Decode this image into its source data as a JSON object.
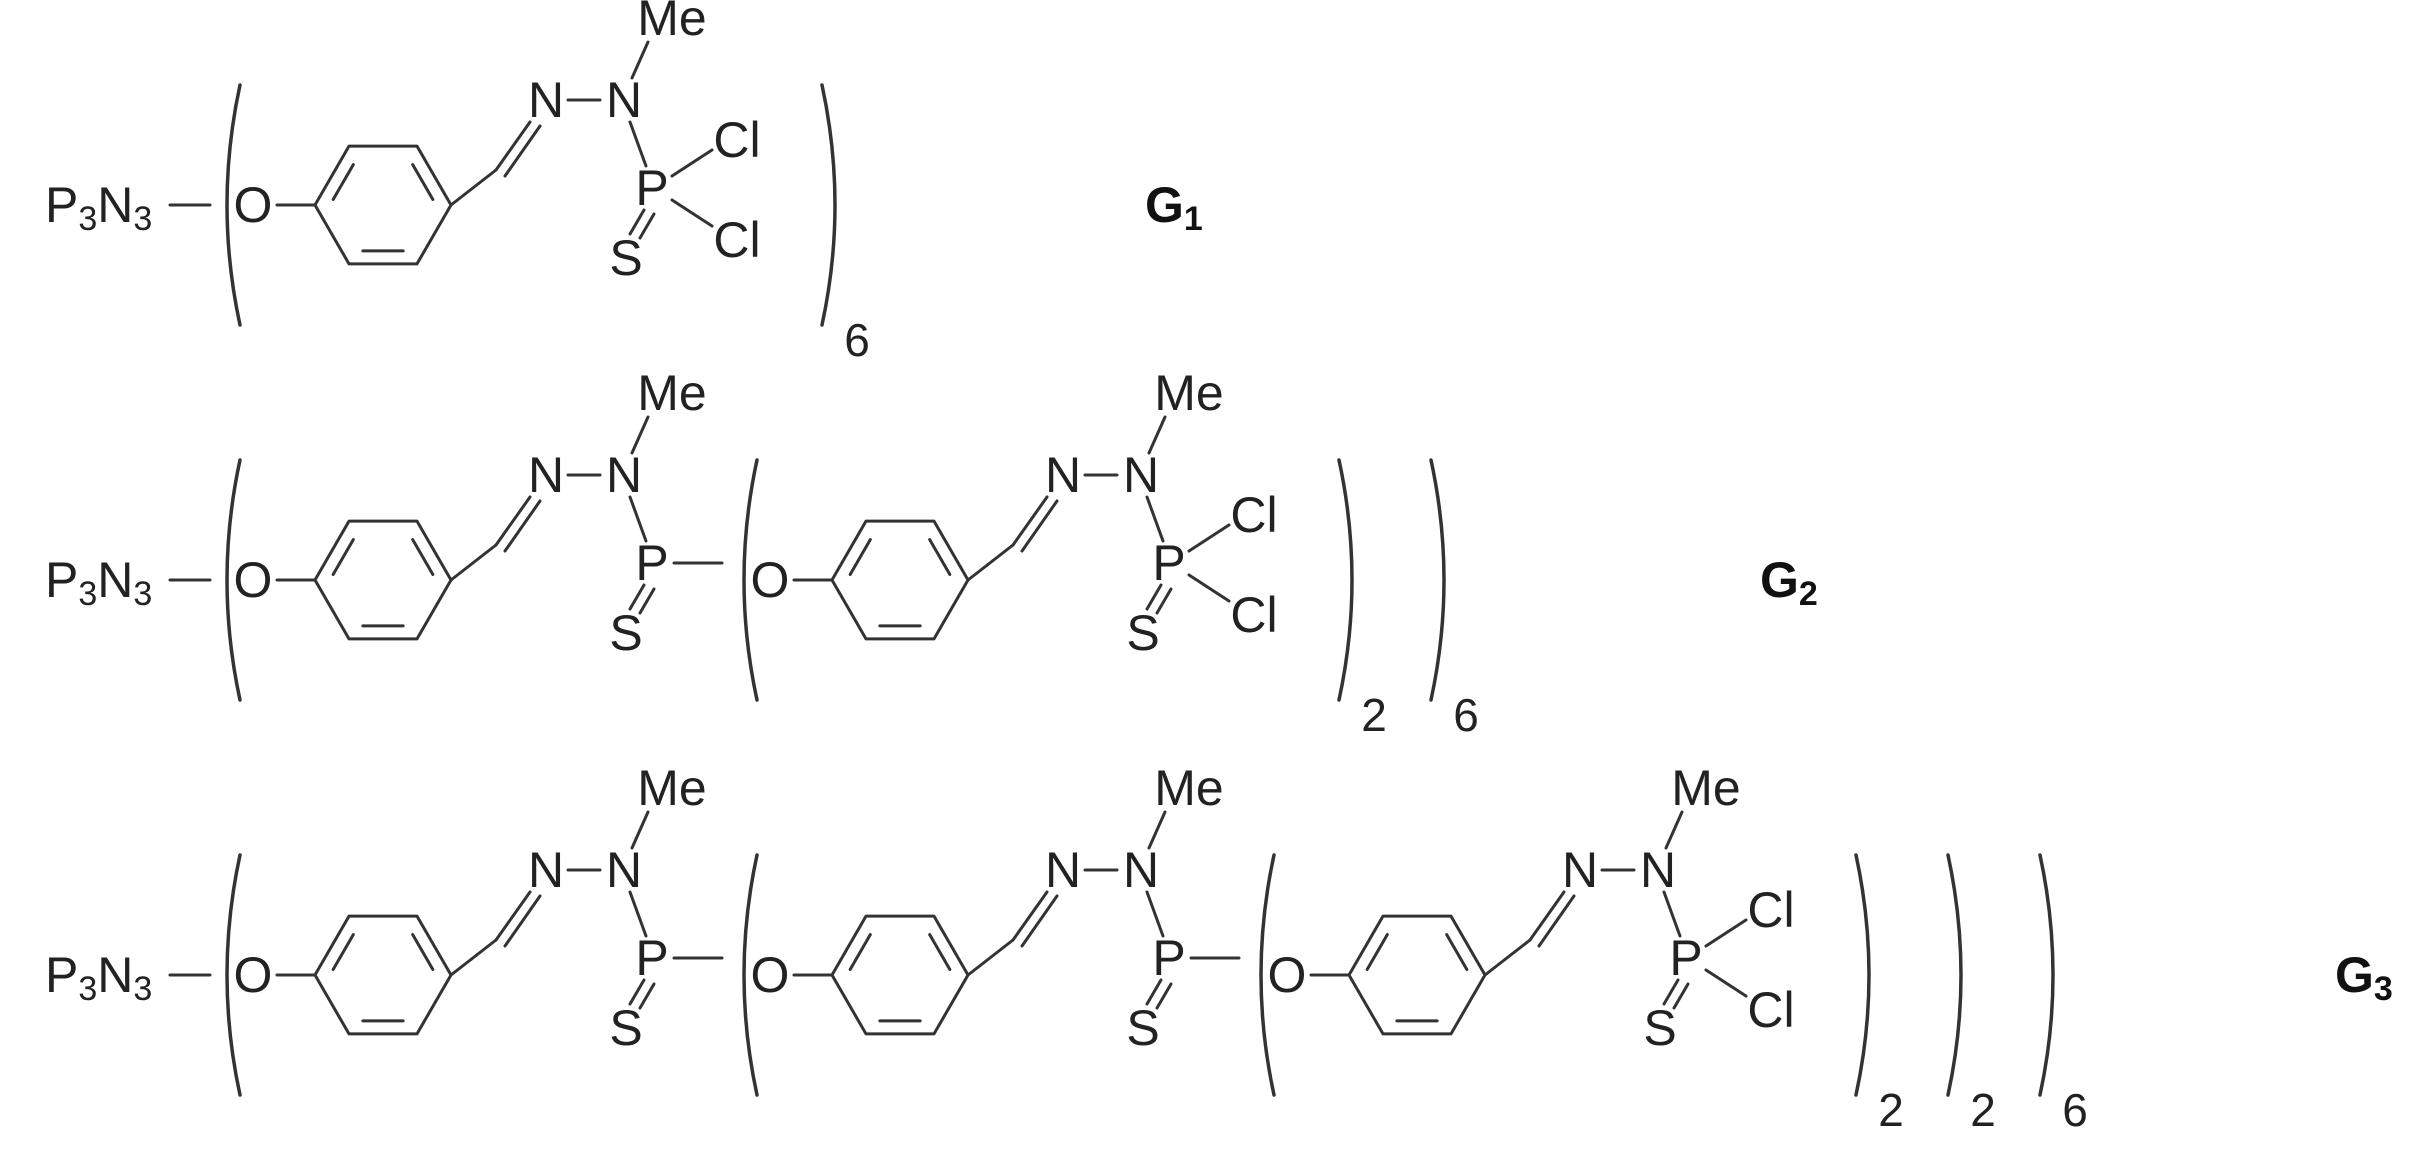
{
  "atoms": {
    "core_main": "P",
    "core_sub1": "3",
    "core_n": "N",
    "core_sub2": "3",
    "oxygen": "O",
    "nitrogen": "N",
    "methyl": "Me",
    "phosphorus": "P",
    "chlorine": "Cl",
    "sulfur": "S"
  },
  "compounds": [
    {
      "label_main": "G",
      "label_sub": "1",
      "repeats": [
        "6"
      ]
    },
    {
      "label_main": "G",
      "label_sub": "2",
      "repeats": [
        "2",
        "6"
      ]
    },
    {
      "label_main": "G",
      "label_sub": "3",
      "repeats": [
        "2",
        "2",
        "6"
      ]
    }
  ]
}
